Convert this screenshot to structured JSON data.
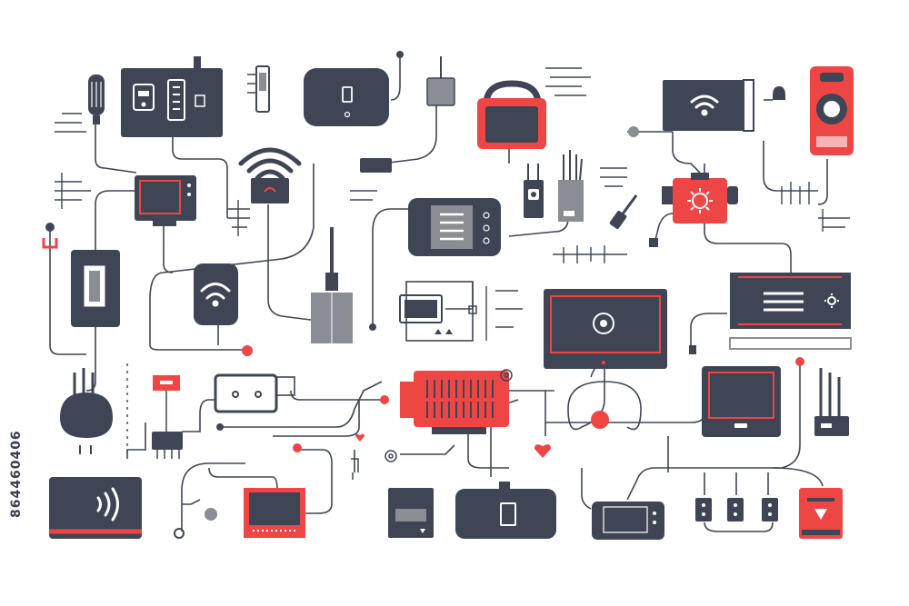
{
  "palette": {
    "dark": "#3f4554",
    "red": "#ee4545",
    "gray": "#8a8d93",
    "wire": "#3f4554",
    "white": "#ffffff"
  },
  "stock_id": "864460406",
  "illustration": {
    "subject": "",
    "devices": [
      {
        "name": "router-box",
        "icon": "lines-panel-icon"
      },
      {
        "name": "wifi-display",
        "icon": "wifi-icon"
      },
      {
        "name": "red-speaker",
        "icon": "speaker-icon"
      },
      {
        "name": "red-camera",
        "icon": "camera-icon"
      },
      {
        "name": "monitor",
        "icon": "monitor-icon"
      },
      {
        "name": "red-server",
        "icon": "server-icon"
      },
      {
        "name": "nfc-reader",
        "icon": "contactless-icon"
      }
    ]
  }
}
